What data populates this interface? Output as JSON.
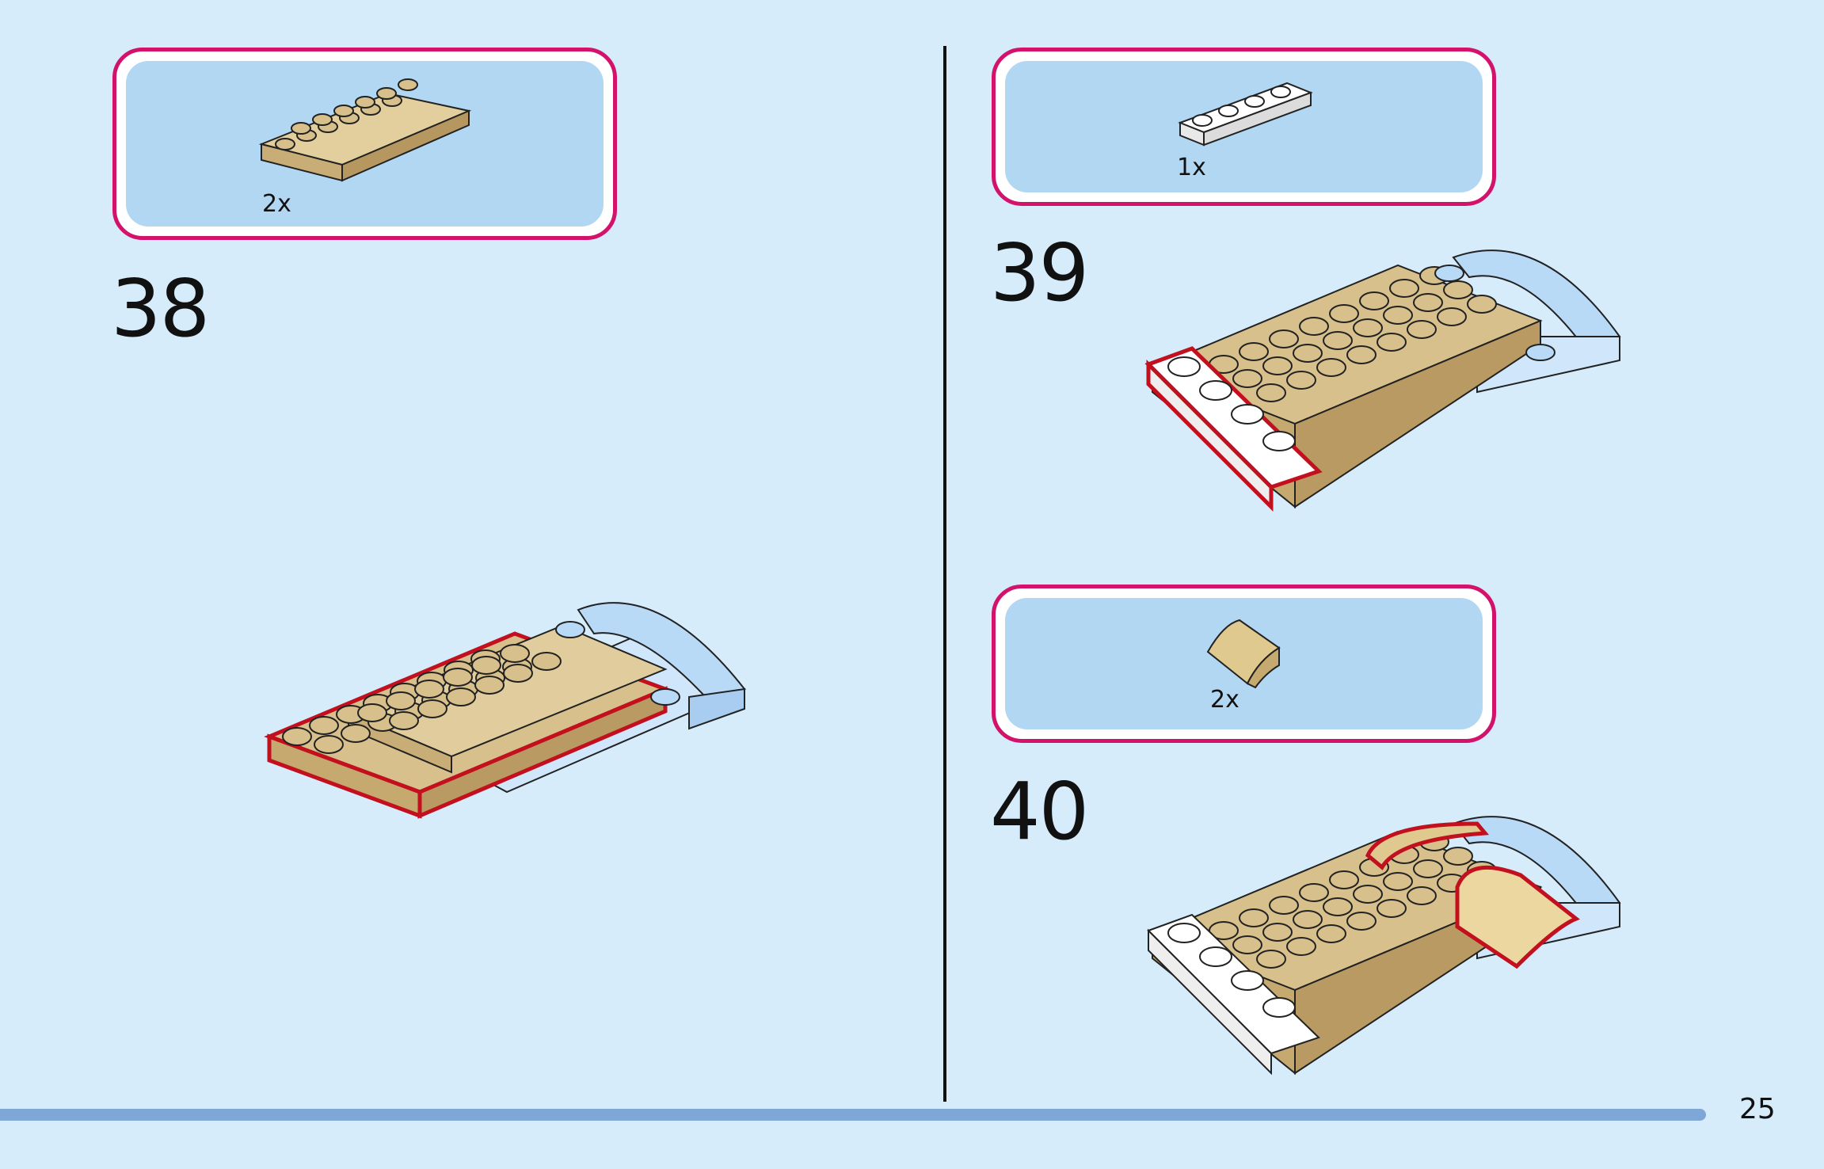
{
  "steps": [
    {
      "number": "38",
      "parts": [
        {
          "name": "tan plate 2x6",
          "qty": "2x"
        }
      ]
    },
    {
      "number": "39",
      "parts": [
        {
          "name": "white plate 1x4",
          "qty": "1x"
        }
      ]
    },
    {
      "number": "40",
      "parts": [
        {
          "name": "tan curved slope",
          "qty": "2x"
        }
      ]
    }
  ],
  "page_number": "25",
  "colors": {
    "background": "#d6ecfb",
    "parts_box_border": "#d3126b",
    "parts_box_fill": "#b2d7f2",
    "tan": "#d8c08c",
    "highlight": "#c2101e",
    "footer_bar": "#7ea6d6"
  }
}
